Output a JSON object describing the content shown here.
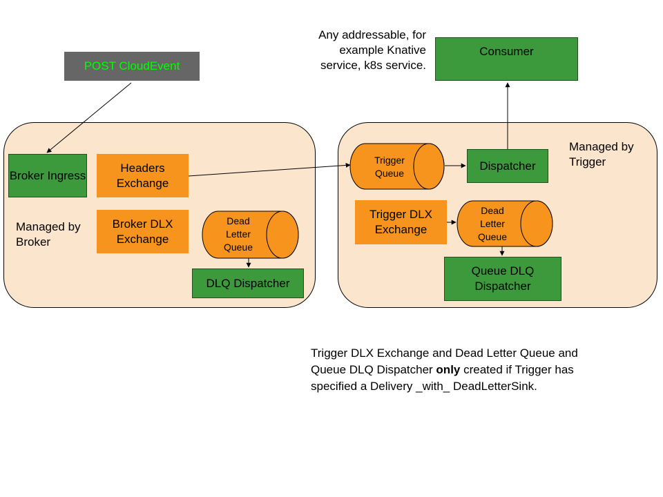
{
  "source": {
    "label": "POST CloudEvent"
  },
  "broker": {
    "ingress": "Broker Ingress",
    "headers_exchange": "Headers Exchange",
    "dlx_exchange": "Broker DLX Exchange",
    "dead_letter_queue": "Dead Letter Queue",
    "dlq_dispatcher": "DLQ Dispatcher",
    "managed_label": "Managed by Broker"
  },
  "trigger": {
    "queue": "Trigger Queue",
    "dispatcher": "Dispatcher",
    "dlx_exchange": "Trigger DLX Exchange",
    "dead_letter_queue": "Dead Letter Queue",
    "queue_dlq_dispatcher": "Queue DLQ Dispatcher",
    "managed_label": "Managed by Trigger"
  },
  "consumer": {
    "label": "Consumer",
    "note": "Any addressable, for example Knative service, k8s service."
  },
  "footnote": {
    "before": "Trigger DLX Exchange and Dead Letter Queue and Queue DLQ Dispatcher ",
    "bold": "only",
    "after": " created if Trigger has specified a Delivery _with_ DeadLetterSink."
  },
  "colors": {
    "panel_fill": "#fce5cd",
    "green": "#3c9a3c",
    "orange": "#f6941e",
    "source_fill": "#666666",
    "source_text": "#00ff00"
  }
}
